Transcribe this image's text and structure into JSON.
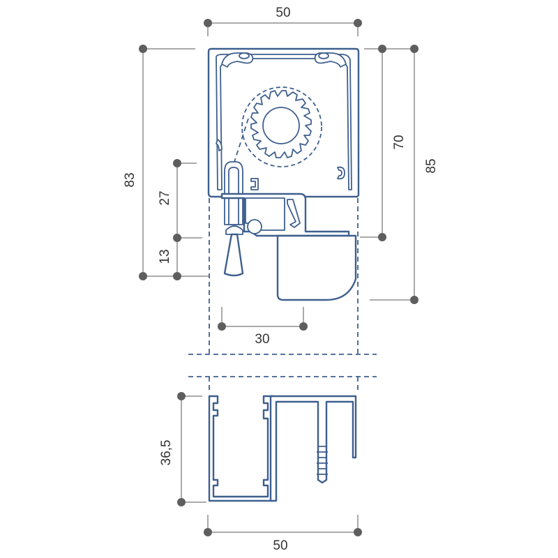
{
  "dimensions": {
    "top_width": "50",
    "left_height_total": "83",
    "left_height_upper": "27",
    "left_height_lower": "13",
    "right_height_inner": "70",
    "right_height_outer": "85",
    "bottom_rail_width": "30",
    "guide_height": "36,5",
    "guide_width": "50"
  },
  "colors": {
    "profile_stroke": "#3e5f8e",
    "dimension_line": "#555555",
    "dimension_dot": "#5e5e5e",
    "text": "#333333"
  }
}
